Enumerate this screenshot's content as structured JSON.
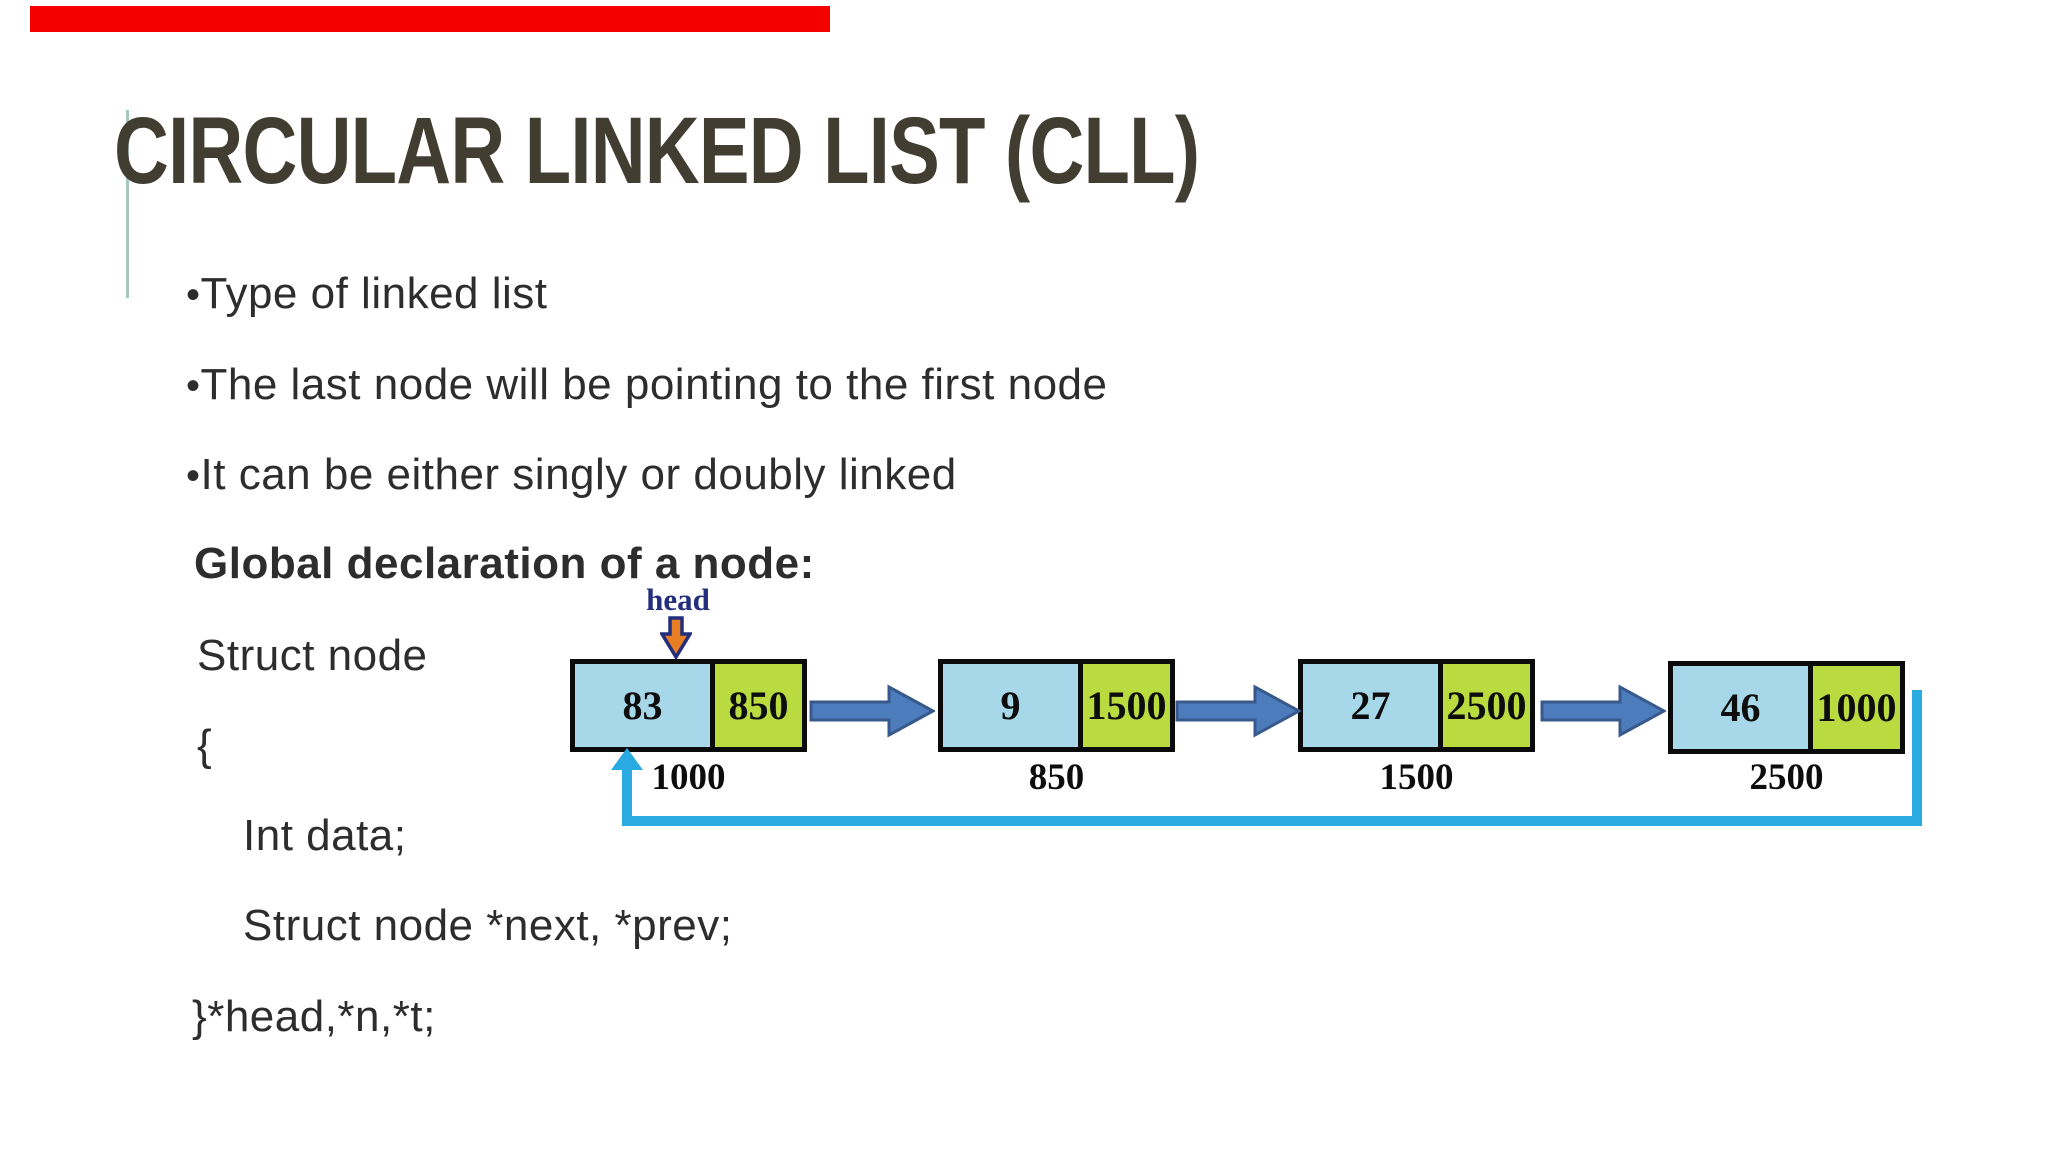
{
  "slide": {
    "title": "CIRCULAR LINKED LIST (CLL)",
    "bullet_char": "•",
    "bullets": [
      "Type of linked list",
      "The last node will be pointing to the first node",
      "It can be either singly or doubly linked"
    ],
    "heading": "Global declaration of a node:",
    "code": [
      "Struct node",
      "{",
      "Int data;",
      "Struct node *next, *prev;",
      "}*head,*n,*t;"
    ]
  },
  "diagram": {
    "head_label": "head",
    "nodes": [
      {
        "data": "83",
        "next": "850",
        "address": "1000"
      },
      {
        "data": "9",
        "next": "1500",
        "address": "850"
      },
      {
        "data": "27",
        "next": "2500",
        "address": "1500"
      },
      {
        "data": "46",
        "next": "1000",
        "address": "2500"
      }
    ]
  },
  "colors": {
    "accent_bar": "#F40000",
    "accent_line": "#A6C8BE",
    "title": "#413D31",
    "body_text": "#2D2D2D",
    "node_data_fill": "#A7D8E9",
    "node_next_fill": "#B9DB3F",
    "node_border": "#0B0B0B",
    "pointer_arrow_fill": "#4C7CBC",
    "pointer_arrow_stroke": "#37598C",
    "loop_arrow": "#29ABE2",
    "head_text": "#232E7D",
    "head_arrow_fill": "#E87E24"
  }
}
